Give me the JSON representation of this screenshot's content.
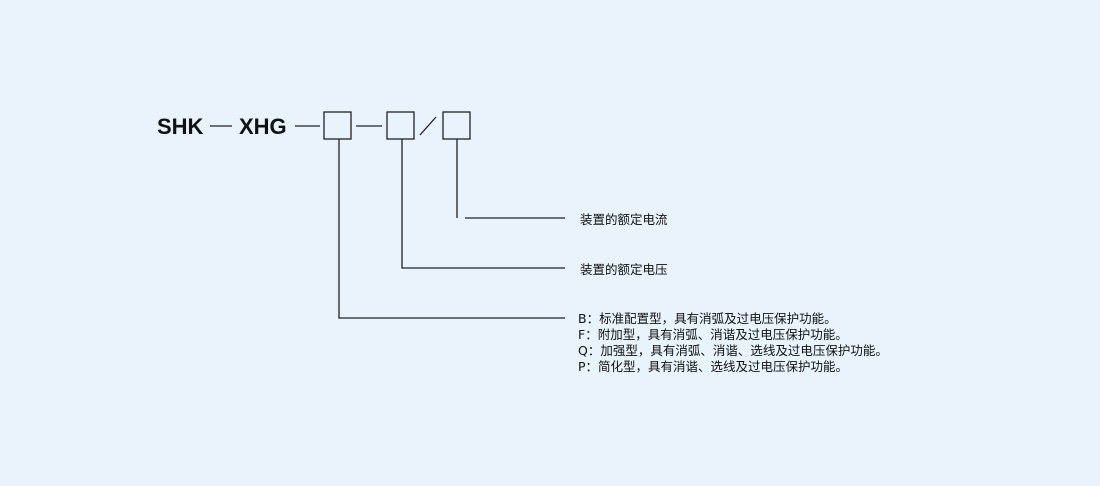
{
  "model": {
    "prefix": "SHK",
    "series": "XHG"
  },
  "descriptions": {
    "current": "装置的额定电流",
    "voltage": "装置的额定电压",
    "types": [
      "B：标准配置型，具有消弧及过电压保护功能。",
      "F：附加型，具有消弧、消谐及过电压保护功能。",
      "Q：加强型，具有消弧、消谐、选线及过电压保护功能。",
      "P：简化型，具有消谐、选线及过电压保护功能。"
    ]
  }
}
